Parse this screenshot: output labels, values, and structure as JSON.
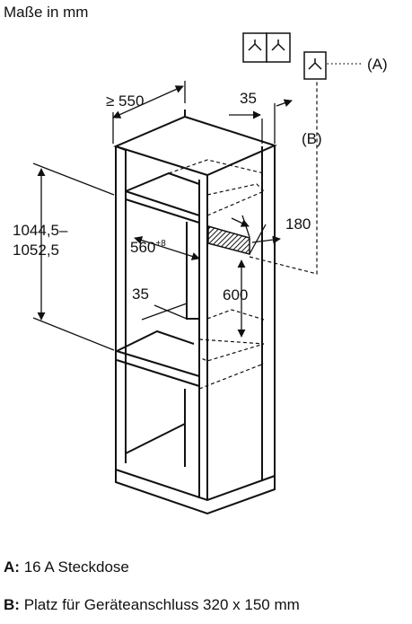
{
  "units_note": "Maße in mm",
  "dimensions": {
    "depth": "≥ 550",
    "side_gap": "35",
    "height_line1": "1044,5–",
    "height_line2": "1052,5",
    "width_base": "560",
    "width_tolerance": "+8",
    "inner_gap": "35",
    "outlet_width": "180",
    "outlet_height": "600"
  },
  "markers": {
    "a": "(A)",
    "b": "(B)"
  },
  "legend": [
    {
      "key": "A:",
      "text": "16 A Steckdose"
    },
    {
      "key": "B:",
      "text": "Platz für Geräteanschluss 320 x 150 mm"
    }
  ]
}
